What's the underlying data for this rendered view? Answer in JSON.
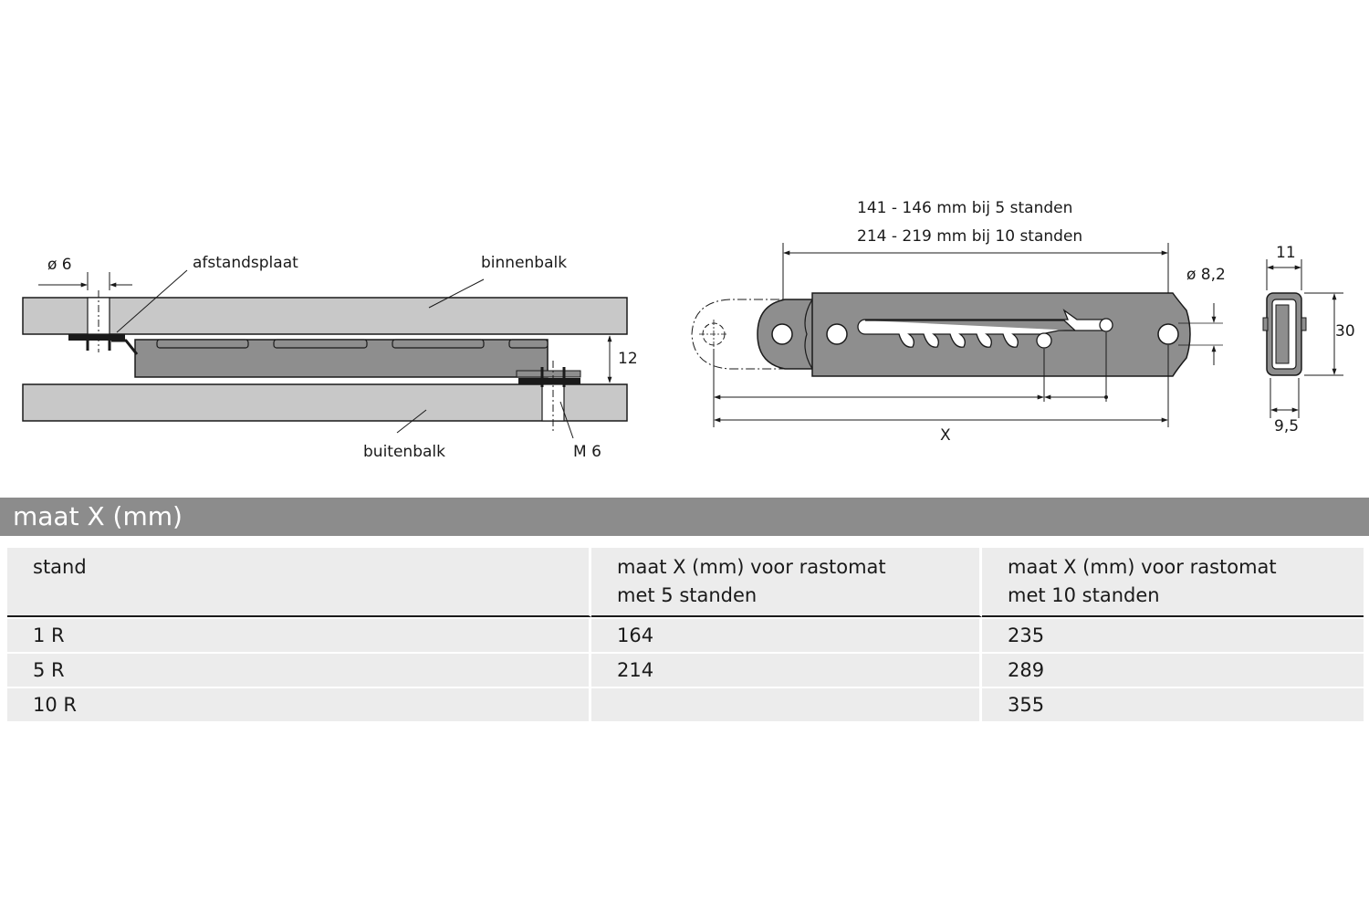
{
  "diagram": {
    "left_view": {
      "label_diameter": "ø 6",
      "label_spacer": "afstandsplaat",
      "label_inner_beam": "binnenbalk",
      "label_outer_beam": "buitenbalk",
      "label_gap": "12",
      "label_thread": "M 6"
    },
    "top_view": {
      "length_5": "141 - 146 mm bij 5 standen",
      "length_10": "214 - 219 mm bij  10  standen",
      "hole_diameter": "ø 8,2",
      "dimension_x": "X"
    },
    "section_view": {
      "width_top": "11",
      "height": "30",
      "width_bottom": "9,5"
    }
  },
  "section": {
    "title": "maat X (mm)"
  },
  "table": {
    "headers": [
      [
        "stand"
      ],
      [
        "maat X (mm) voor rastomat",
        "met 5 standen"
      ],
      [
        "maat X (mm) voor rastomat",
        "met 10 standen"
      ]
    ],
    "rows": [
      [
        "1 R",
        "164",
        "235"
      ],
      [
        "5 R",
        "214",
        "289"
      ],
      [
        "10 R",
        "",
        "355"
      ]
    ]
  },
  "colors": {
    "beam": "#c8c8c8",
    "part": "#8e8e8e",
    "section_bar": "#8c8c8c",
    "table_cell": "#ececec"
  }
}
